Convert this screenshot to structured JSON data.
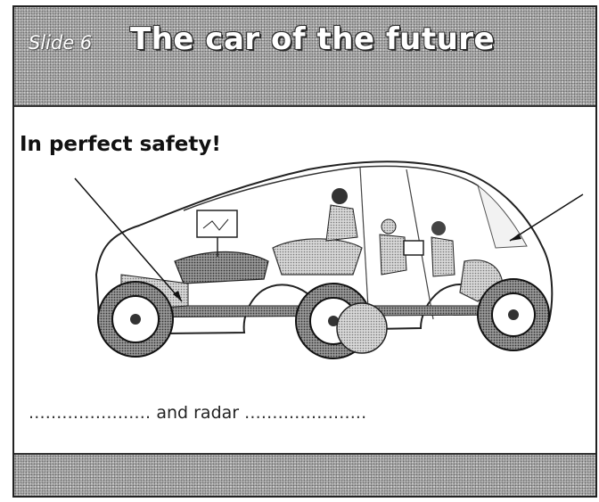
{
  "header": {
    "slide_number": "Slide 6",
    "title": "The car of the future"
  },
  "subtitle": "In perfect safety!",
  "illustration": {
    "subject": "cutaway car with occupants, radar unit and computer",
    "arrows": 2
  },
  "fill_in": {
    "blank_before": "......................",
    "connector": "and radar",
    "blank_after": "......................"
  }
}
